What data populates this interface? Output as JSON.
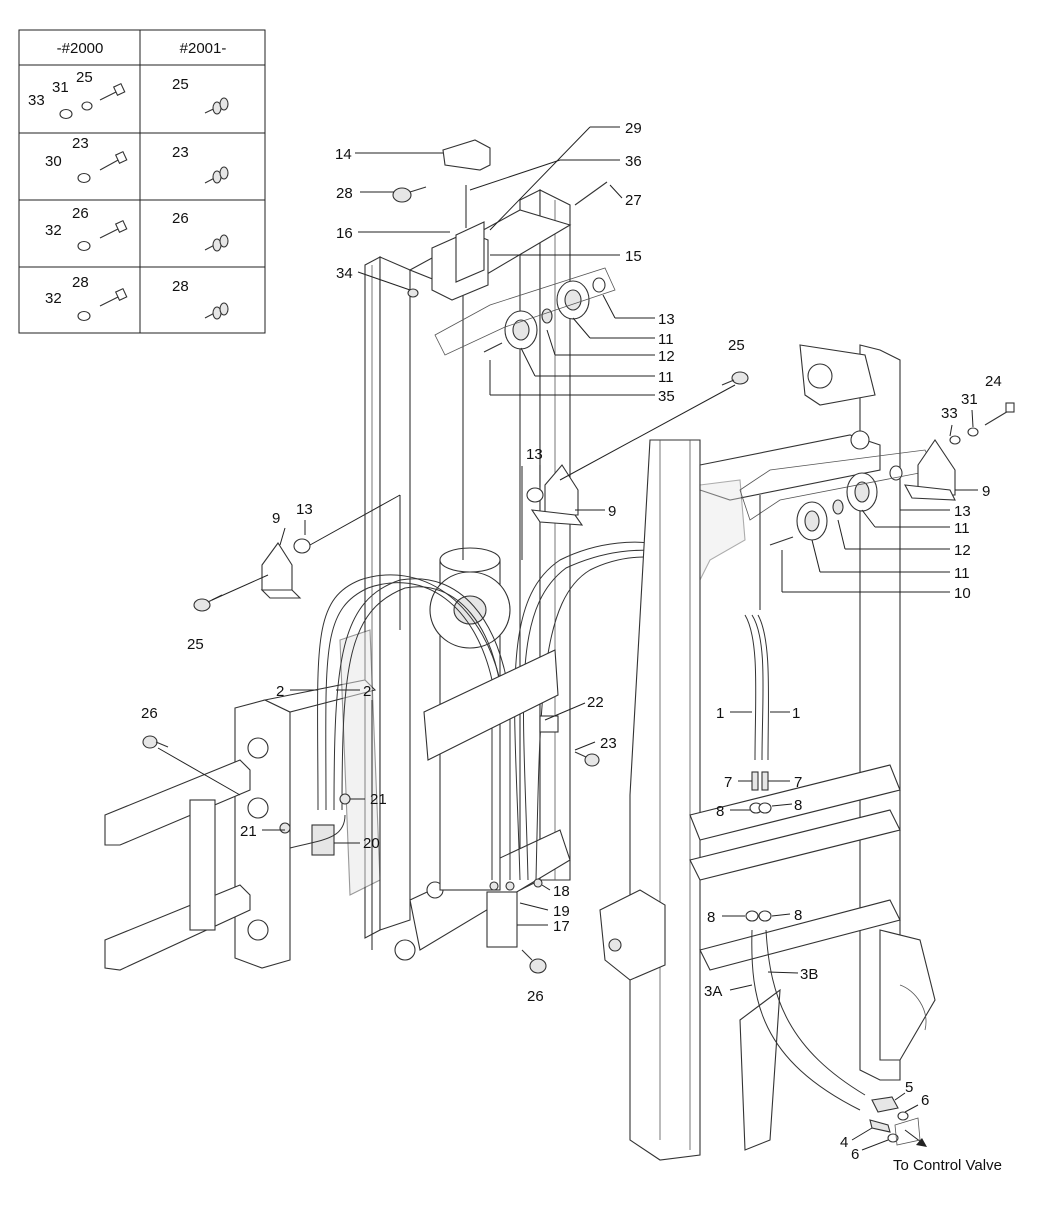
{
  "variant_table": {
    "headers": [
      "-#2000",
      "#2001-"
    ],
    "rows": [
      {
        "old_labels": [
          "33",
          "31",
          "25"
        ],
        "new_label": "25"
      },
      {
        "old_labels": [
          "30",
          "23"
        ],
        "new_label": "23"
      },
      {
        "old_labels": [
          "32",
          "26"
        ],
        "new_label": "26"
      },
      {
        "old_labels": [
          "32",
          "28"
        ],
        "new_label": "28"
      }
    ]
  },
  "callouts": {
    "c14": "14",
    "c28": "28",
    "c29": "29",
    "c36": "36",
    "c27": "27",
    "c16": "16",
    "c15": "15",
    "c34": "34",
    "c13a": "13",
    "c11a": "11",
    "c12a": "12",
    "c11b": "11",
    "c35": "35",
    "c25a": "25",
    "c13b": "13",
    "c9a": "9",
    "c9b": "9",
    "c13c": "13",
    "c25b": "25",
    "c33": "33",
    "c31": "31",
    "c24": "24",
    "c9c": "9",
    "c13d": "13",
    "c11c": "11",
    "c12b": "12",
    "c11d": "11",
    "c10": "10",
    "c2a": "2",
    "c2b": "2",
    "c26a": "26",
    "c22": "22",
    "c23": "23",
    "c21a": "21",
    "c21b": "21",
    "c20": "20",
    "c1a": "1",
    "c1b": "1",
    "c7a": "7",
    "c7b": "7",
    "c8a": "8",
    "c8b": "8",
    "c18": "18",
    "c19": "19",
    "c17": "17",
    "c26b": "26",
    "c8c": "8",
    "c8d": "8",
    "c3a": "3A",
    "c3b": "3B",
    "c5": "5",
    "c6a": "6",
    "c4": "4",
    "c6b": "6"
  },
  "footer_note": "To Control Valve"
}
